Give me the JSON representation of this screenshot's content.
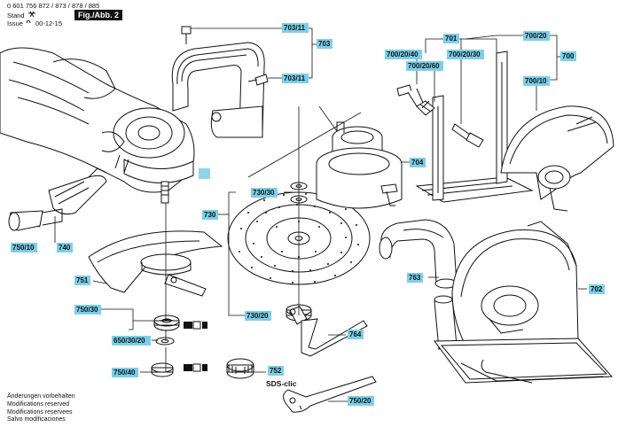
{
  "header": {
    "part_numbers": "0 601 756 872 / 873 / 878 / 885",
    "stand_label": "Stand",
    "issue_label": "Issue",
    "issue_date": "00-12-15",
    "figure": "Fig./Abb. 2"
  },
  "callouts": {
    "c703_11a": "703/11",
    "c703": "703",
    "c703_11b": "703/11",
    "c701": "701",
    "c700_20a": "700/20",
    "c700": "700",
    "c700_20_40": "700/20/40",
    "c700_20_60": "700/20/60",
    "c700_20_30": "700/20/30",
    "c700_10": "700/10",
    "c704": "704",
    "c730_30a": "730/30",
    "c730": "730",
    "c730_20": "730/20",
    "c750_10": "750/10",
    "c740": "740",
    "c751": "751",
    "c763": "763",
    "c702": "702",
    "c750_30": "750/30",
    "c650_30_20": "650/30/20",
    "c750_40": "750/40",
    "c752": "752",
    "c764": "764",
    "c750_20": "750/20"
  },
  "sds_label": "SDS-clic",
  "notes": [
    "Änderungen vorbehalten",
    "Modifications reserved",
    "Modifications reservees",
    "Salvo modificaciones"
  ],
  "colors": {
    "callout_fill": "#7ccfe8",
    "highlight": "#8fd3ea",
    "ink": "#111111"
  }
}
